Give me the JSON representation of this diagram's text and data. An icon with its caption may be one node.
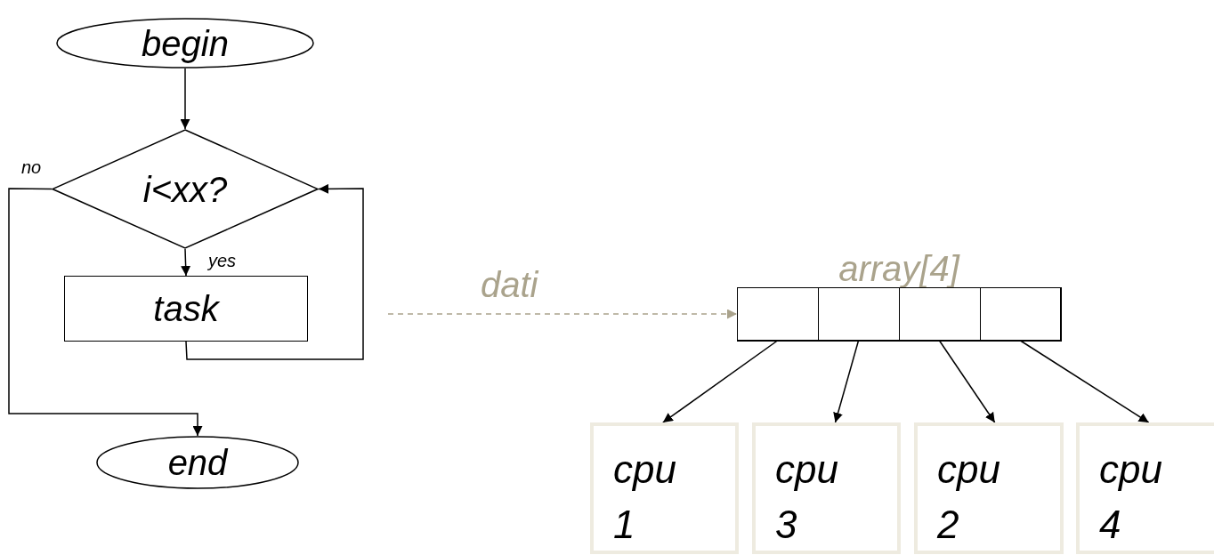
{
  "diagram": {
    "nodes": [
      {
        "text": [
          "begin"
        ]
      },
      {
        "text": [
          "i<xx?"
        ]
      },
      {
        "text": [
          "task"
        ]
      },
      {
        "text": [
          "end"
        ]
      },
      {
        "text": [
          "array[4]"
        ]
      },
      {
        "text": [],
        "shape": "box",
        "in": 4
      },
      {
        "text": [],
        "shape": "box",
        "in": 4
      },
      {
        "text": [],
        "shape": "box",
        "in": 4
      },
      {
        "text": [],
        "shape": "box",
        "in": 4
      },
      {
        "text": [
          "cpu 1"
        ]
      },
      {
        "text": [
          "cpu 3"
        ]
      },
      {
        "text": [
          "cpu 2"
        ]
      },
      {
        "text": [
          "cpu 4"
        ]
      }
    ],
    "edges": [
      {
        "from": 0,
        "to": 1,
        "arrow": "to"
      },
      {
        "from": 1,
        "to": 2,
        "arrow": "to",
        "label": "yes"
      },
      {
        "from": 2,
        "to": 1,
        "arrow": "to"
      },
      {
        "from": 1,
        "to": 3,
        "arrow": "to",
        "label": "no"
      },
      {
        "from": null,
        "to": 4,
        "arrow": "to",
        "label": "dati",
        "style": "dashed",
        "color": "#aaa38c"
      },
      {
        "from": 5,
        "to": 9,
        "arrow": "to"
      },
      {
        "from": 6,
        "to": 10,
        "arrow": "to"
      },
      {
        "from": 7,
        "to": 11,
        "arrow": "to"
      },
      {
        "from": 8,
        "to": 12,
        "arrow": "to"
      }
    ]
  }
}
